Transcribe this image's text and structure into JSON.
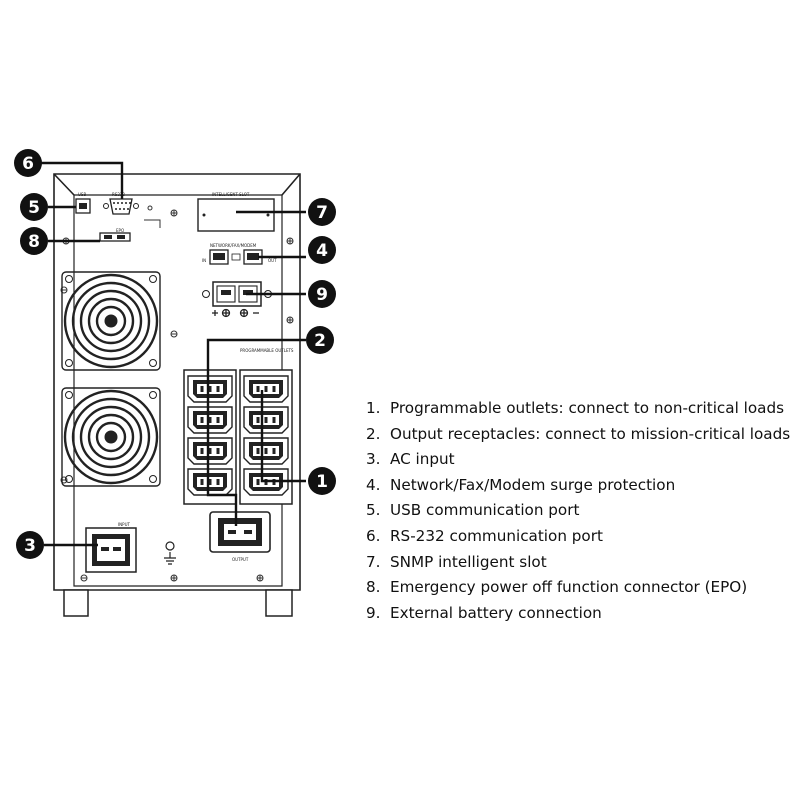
{
  "callouts": [
    {
      "number": "1"
    },
    {
      "number": "2"
    },
    {
      "number": "3"
    },
    {
      "number": "4"
    },
    {
      "number": "5"
    },
    {
      "number": "6"
    },
    {
      "number": "7"
    },
    {
      "number": "8"
    },
    {
      "number": "9"
    }
  ],
  "legend": [
    {
      "number": "1.",
      "text": "Programmable outlets: connect to non-critical loads"
    },
    {
      "number": "2.",
      "text": "Output receptacles: connect to mission-critical loads"
    },
    {
      "number": "3.",
      "text": "AC input"
    },
    {
      "number": "4.",
      "text": "Network/Fax/Modem surge protection"
    },
    {
      "number": "5.",
      "text": "USB communication port"
    },
    {
      "number": "6.",
      "text": "RS-232 communication port"
    },
    {
      "number": "7.",
      "text": "SNMP intelligent slot"
    },
    {
      "number": "8.",
      "text": "Emergency power off function connector (EPO)"
    },
    {
      "number": "9.",
      "text": "External battery connection"
    }
  ],
  "panel_labels": {
    "usb": "USB",
    "rs232": "RS232",
    "epo": "EPO",
    "intelligent_slot": "INTELLIGENT SLOT",
    "network": "NETWORK/FAX/MODEM",
    "programmable": "PROGRAMMABLE OUTLETS",
    "input": "INPUT",
    "output": "OUTPUT",
    "in": "IN",
    "out": "OUT"
  }
}
